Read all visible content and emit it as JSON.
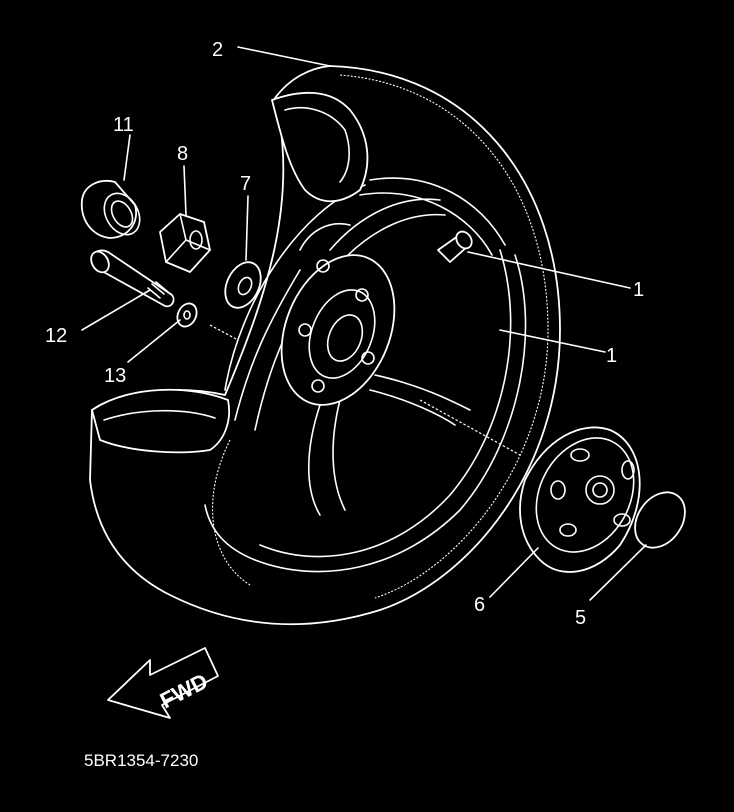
{
  "diagram": {
    "part_labels": [
      {
        "id": "label-2",
        "text": "2"
      },
      {
        "id": "label-11",
        "text": "11"
      },
      {
        "id": "label-8",
        "text": "8"
      },
      {
        "id": "label-7",
        "text": "7"
      },
      {
        "id": "label-1a",
        "text": "1"
      },
      {
        "id": "label-1b",
        "text": "1"
      },
      {
        "id": "label-12",
        "text": "12"
      },
      {
        "id": "label-13",
        "text": "13"
      },
      {
        "id": "label-6",
        "text": "6"
      },
      {
        "id": "label-5",
        "text": "5"
      }
    ],
    "forward_arrow_text": "FWD",
    "diagram_code": "5BR1354-7230"
  },
  "colors": {
    "background": "#000000",
    "line": "#ffffff"
  }
}
